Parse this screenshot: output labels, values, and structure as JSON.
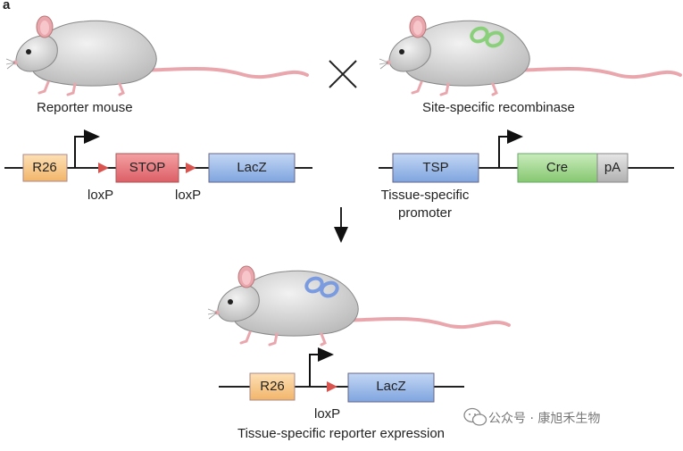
{
  "panel_label": "a",
  "reporter": {
    "caption": "Reporter mouse",
    "boxes": {
      "r26": "R26",
      "stop": "STOP",
      "lacz": "LacZ"
    },
    "loxp_left": "loxP",
    "loxp_right": "loxP"
  },
  "recombinase": {
    "caption": "Site-specific recombinase",
    "boxes": {
      "tsp": "TSP",
      "cre": "Cre",
      "pa": "pA"
    },
    "promoter_line1": "Tissue-specific",
    "promoter_line2": "promoter"
  },
  "cross_symbol": "×",
  "result": {
    "caption": "Tissue-specific reporter expression",
    "boxes": {
      "r26": "R26",
      "lacz": "LacZ"
    },
    "loxp": "loxP"
  },
  "watermark": {
    "icon": "wechat-icon",
    "text": "公众号 · 康旭禾生物"
  },
  "colors": {
    "r26_fill": "#f9c98a",
    "stop_fill": "#e8757a",
    "lacz_fill": "#8fb3e6",
    "cre_fill": "#9fd38a",
    "pa_fill": "#c8c8c8",
    "loxp_arrow": "#d9534f",
    "mouse_body": "#d7d7d7",
    "ear_tail": "#e9a7ad",
    "green_mark": "#8ad07a",
    "blue_mark": "#7a9be0"
  }
}
